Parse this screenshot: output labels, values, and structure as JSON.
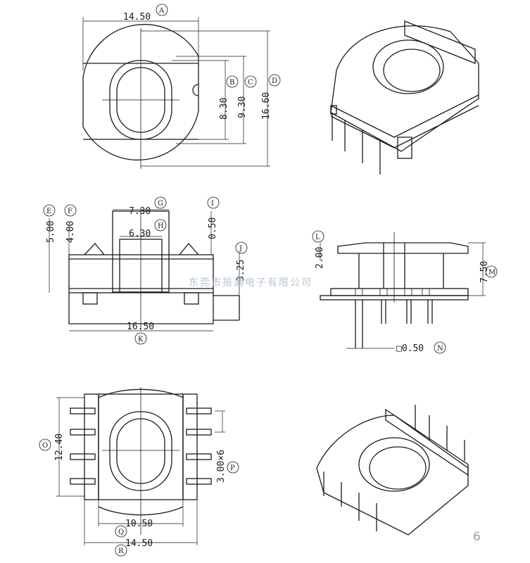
{
  "dimensions": [
    {
      "letter": "A",
      "value": "14.50"
    },
    {
      "letter": "B",
      "value": "8.30"
    },
    {
      "letter": "C",
      "value": "9.30"
    },
    {
      "letter": "D",
      "value": "16.60"
    },
    {
      "letter": "E",
      "value": "5.00"
    },
    {
      "letter": "F",
      "value": "4.00"
    },
    {
      "letter": "G",
      "value": "7.30"
    },
    {
      "letter": "H",
      "value": "6.30"
    },
    {
      "letter": "I",
      "value": "0.50"
    },
    {
      "letter": "J",
      "value": "3.25"
    },
    {
      "letter": "K",
      "value": "16.50"
    },
    {
      "letter": "L",
      "value": "2.00"
    },
    {
      "letter": "M",
      "value": "7.50"
    },
    {
      "letter": "N",
      "value": "□0.50"
    },
    {
      "letter": "O",
      "value": "12.40"
    },
    {
      "letter": "P",
      "value": "3.00×6"
    },
    {
      "letter": "Q",
      "value": "10.50"
    },
    {
      "letter": "R",
      "value": "14.50"
    }
  ],
  "watermark": "东莞市振通电子有限公司",
  "page_number": "6"
}
